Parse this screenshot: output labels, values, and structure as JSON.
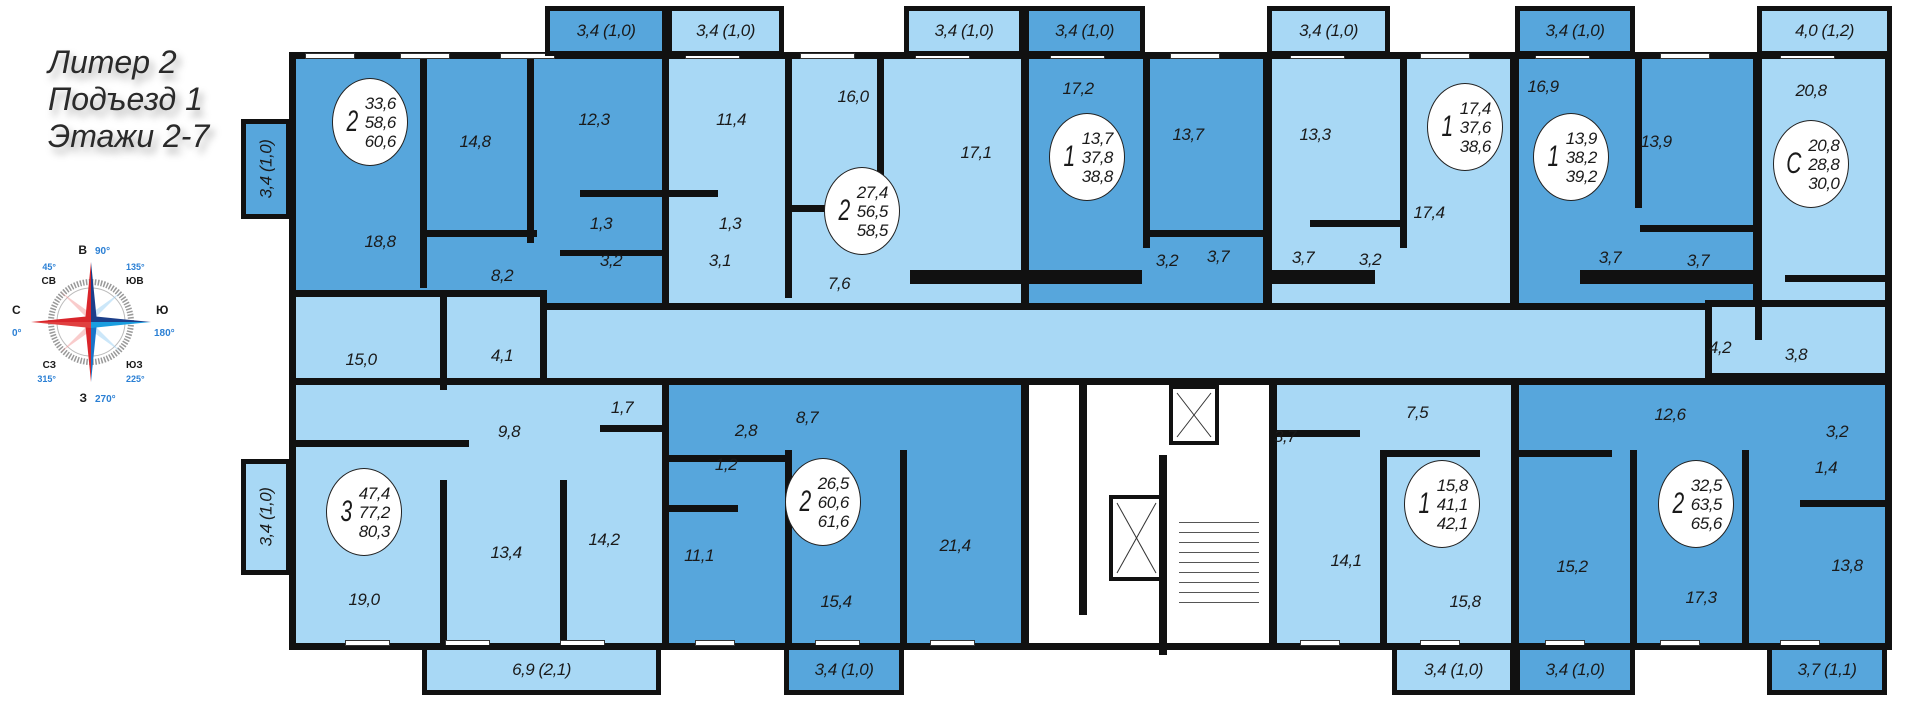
{
  "header": {
    "lines": [
      "Литер 2",
      "Подъезд 1",
      "Этажи 2-7"
    ]
  },
  "compass": {
    "north": "С",
    "east": "В",
    "south": "Ю",
    "west": "З",
    "ne": "СВ",
    "se": "ЮВ",
    "sw": "ЮЗ",
    "nw": "СЗ",
    "deg_0": "0°",
    "deg_45": "45°",
    "deg_90": "90°",
    "deg_135": "135°",
    "deg_180": "180°",
    "deg_225": "225°",
    "deg_270": "270°",
    "deg_315": "315°"
  },
  "colors": {
    "dark_apartment": "#57a6dc",
    "light_apartment": "#a8d8f5",
    "walls": "#111111"
  },
  "apartments": [
    {
      "rooms_count": "2",
      "living": "33,6",
      "total": "58,6",
      "total_with_balcony": "60,6",
      "tone": "dark",
      "rooms": [
        "18,8",
        "14,8",
        "12,3",
        "1,3",
        "3,2",
        "8,2"
      ]
    },
    {
      "rooms_count": "2",
      "living": "27,4",
      "total": "56,5",
      "total_with_balcony": "58,5",
      "tone": "light",
      "rooms": [
        "11,4",
        "16,0",
        "17,1",
        "1,3",
        "3,1",
        "7,6"
      ]
    },
    {
      "rooms_count": "1",
      "living": "13,7",
      "total": "37,8",
      "total_with_balcony": "38,8",
      "tone": "dark",
      "rooms": [
        "17,2",
        "13,7",
        "3,2",
        "3,7"
      ]
    },
    {
      "rooms_count": "1",
      "living": "17,4",
      "total": "37,6",
      "total_with_balcony": "38,6",
      "tone": "light",
      "rooms": [
        "13,3",
        "3,7",
        "3,2",
        "17,4"
      ]
    },
    {
      "rooms_count": "1",
      "living": "13,9",
      "total": "38,2",
      "total_with_balcony": "39,2",
      "tone": "dark",
      "rooms": [
        "16,9",
        "13,9",
        "3,7",
        "3,7"
      ]
    },
    {
      "rooms_count": "С",
      "living": "20,8",
      "total": "28,8",
      "total_with_balcony": "30,0",
      "tone": "light",
      "rooms": [
        "20,8",
        "4,2",
        "3,8"
      ]
    },
    {
      "rooms_count": "3",
      "living": "47,4",
      "total": "77,2",
      "total_with_balcony": "80,3",
      "tone": "light",
      "rooms": [
        "15,0",
        "4,1",
        "9,8",
        "1,7",
        "19,0",
        "13,4",
        "14,2"
      ]
    },
    {
      "rooms_count": "2",
      "living": "26,5",
      "total": "60,6",
      "total_with_balcony": "61,6",
      "tone": "dark",
      "rooms": [
        "8,7",
        "2,8",
        "1,2",
        "11,1",
        "15,4",
        "21,4"
      ]
    },
    {
      "rooms_count": "1",
      "living": "15,8",
      "total": "41,1",
      "total_with_balcony": "42,1",
      "tone": "light",
      "rooms": [
        "7,5",
        "3,7",
        "14,1",
        "15,8"
      ]
    },
    {
      "rooms_count": "2",
      "living": "32,5",
      "total": "63,5",
      "total_with_balcony": "65,6",
      "tone": "dark",
      "rooms": [
        "12,6",
        "3,2",
        "1,4",
        "15,2",
        "17,3",
        "13,8"
      ]
    }
  ],
  "balconies": [
    {
      "label": "3,4 (1,0)",
      "tone": "dark"
    },
    {
      "label": "3,4 (1,0)",
      "tone": "light"
    },
    {
      "label": "3,4 (1,0)",
      "tone": "light"
    },
    {
      "label": "3,4 (1,0)",
      "tone": "dark"
    },
    {
      "label": "3,4 (1,0)",
      "tone": "light"
    },
    {
      "label": "3,4 (1,0)",
      "tone": "dark"
    },
    {
      "label": "4,0 (1,2)",
      "tone": "light"
    },
    {
      "label": "3,4 (1,0)",
      "tone": "dark"
    },
    {
      "label": "3,4 (1,0)",
      "tone": "light"
    },
    {
      "label": "6,9 (2,1)",
      "tone": "light"
    },
    {
      "label": "3,4 (1,0)",
      "tone": "dark"
    },
    {
      "label": "3,4 (1,0)",
      "tone": "light"
    },
    {
      "label": "3,4 (1,0)",
      "tone": "dark"
    },
    {
      "label": "3,7 (1,1)",
      "tone": "dark"
    }
  ]
}
